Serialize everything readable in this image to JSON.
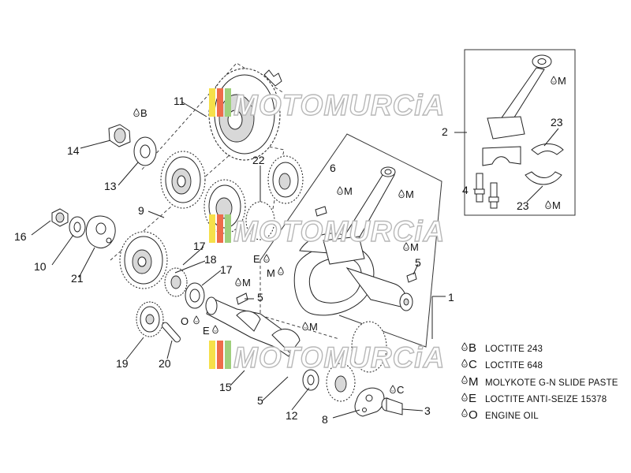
{
  "watermark": "MOTOMURCiA",
  "callouts": {
    "c1": "1",
    "c2": "2",
    "c3": "3",
    "c4": "4",
    "c5a": "5",
    "c5b": "5",
    "c5c": "5",
    "c6": "6",
    "c8": "8",
    "c9": "9",
    "c10": "10",
    "c11": "11",
    "c12": "12",
    "c13": "13",
    "c14": "14",
    "c15": "15",
    "c16": "16",
    "c17a": "17",
    "c17b": "17",
    "c18": "18",
    "c19": "19",
    "c20": "20",
    "c21": "21",
    "c22": "22",
    "c23a": "23",
    "c23b": "23"
  },
  "lube_marks": {
    "m_rod_top": "M",
    "m_rod_main": "M",
    "m_crank": "M",
    "m_key6": "M",
    "m_near5": "M",
    "m_balancer": "M",
    "m_crank_left": "M",
    "m_bottom": "M",
    "m_bearing": "M",
    "b_nut": "B",
    "c_bolt": "C",
    "e_crank": "E",
    "e_shaft": "E",
    "o_shaft": "O"
  },
  "legend": [
    {
      "code": "B",
      "text": "LOCTITE 243"
    },
    {
      "code": "C",
      "text": "LOCTITE 648"
    },
    {
      "code": "M",
      "text": "MOLYKOTE G-N SLIDE PASTE"
    },
    {
      "code": "E",
      "text": "LOCTITE ANTI-SEIZE 15378"
    },
    {
      "code": "O",
      "text": "ENGINE OIL"
    }
  ],
  "colors": {
    "wm_stripe_1": "#f6e04a",
    "wm_stripe_2": "#ee6c4a",
    "wm_stripe_3": "#9fd07c",
    "line": "#222222"
  }
}
